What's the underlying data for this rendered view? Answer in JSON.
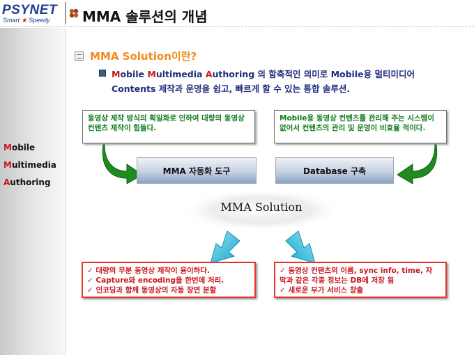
{
  "header": {
    "logo_text": "PSYNET",
    "logo_tagline_left": "Smart",
    "logo_tagline_star": "★",
    "logo_tagline_right": "Speedy",
    "title": "MMA 솔루션의 개념"
  },
  "sidebar": {
    "items": [
      {
        "cap": "M",
        "rest": "obile"
      },
      {
        "cap": "M",
        "rest": "ultimedia"
      },
      {
        "cap": "A",
        "rest": "uthoring"
      }
    ]
  },
  "content": {
    "subtitle": "MMA Solution이란?",
    "definition": {
      "line1_parts": [
        {
          "cap": "M",
          "rest": "obile "
        },
        {
          "cap": "M",
          "rest": "ultimedia "
        },
        {
          "cap": "A",
          "rest": "uthoring"
        }
      ],
      "line1_tail": " 의 함축적인 의미로 Mobile용 멀티미디어",
      "line2": "Contents 제작과 운영을 쉽고, 빠르게 할 수 있는 통합 솔루션."
    },
    "problem_left": "동영상 제작 방식의 획일화로 인하여 대량의 동영상 컨텐츠 제작이 힘들다.",
    "problem_right": "Mobile용 동영상 컨텐츠를 관리해 주는 시스템이 없어서 컨텐츠의 관리 및 운영이 비효율 적이다.",
    "solution_left": "MMA 자동화 도구",
    "solution_right": "Database 구축",
    "center_label": "MMA Solution",
    "benefits_left": [
      "✓ 대량의 무분 동영상 제작이 용이하다.",
      "✓ Capture와 encoding을 한번에 처리.",
      "✓ 인코딩과 함께 동영상의 자동 장면 분할"
    ],
    "benefits_right": [
      "✓ 동영상 컨텐츠의 이름, sync info, time, 자",
      "막과 같은 각종 정보는 DB에 저장 됨",
      "✓ 새로운 부가 서비스 창출"
    ]
  },
  "colors": {
    "accent_red": "#c8161d",
    "subtitle_orange": "#f08a1c",
    "definition_blue": "#1f2d7a",
    "problem_green": "#0e7a1c",
    "arrow_green": "#1f8a1f",
    "arrow_cyan": "#3ec6e0"
  }
}
